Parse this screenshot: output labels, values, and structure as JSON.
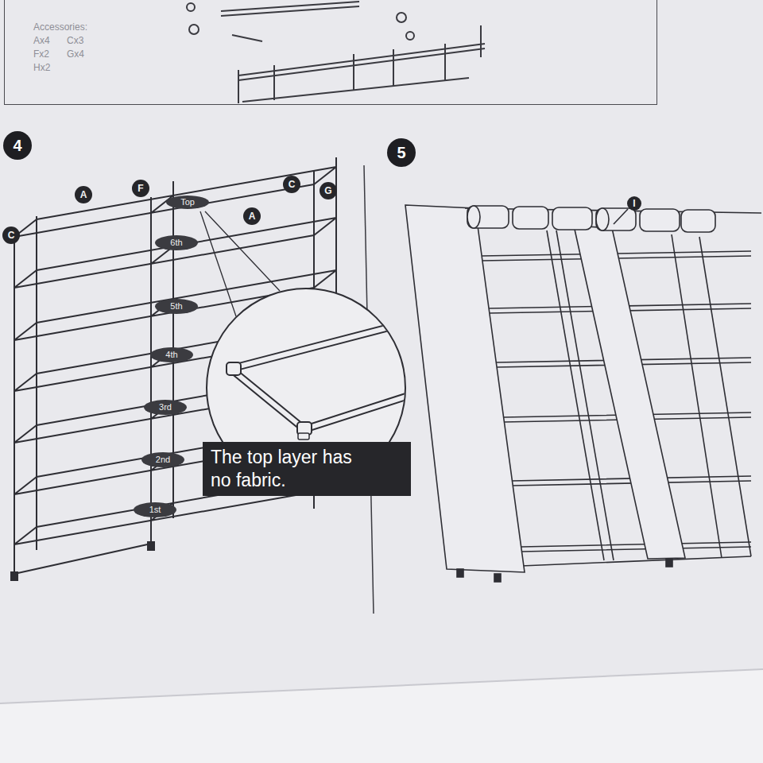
{
  "diagram": {
    "nodes": [
      {
        "text": [
          "Accessories:",
          "Ax4",
          "Cx3",
          "Fx2",
          "Gx4",
          "Hx2"
        ]
      },
      {
        "text": [
          "4"
        ]
      },
      {
        "text": [
          "5"
        ]
      },
      {
        "text": [
          "A"
        ]
      },
      {
        "text": [
          "F"
        ]
      },
      {
        "text": [
          "C"
        ]
      },
      {
        "text": [
          "G"
        ]
      },
      {
        "text": [
          "Top"
        ]
      },
      {
        "text": [
          "A"
        ]
      },
      {
        "text": [
          "C"
        ]
      },
      {
        "text": [
          "6th"
        ]
      },
      {
        "text": [
          "5th"
        ]
      },
      {
        "text": [
          "4th"
        ]
      },
      {
        "text": [
          "3rd"
        ]
      },
      {
        "text": [
          "2nd"
        ]
      },
      {
        "text": [
          "The top layer has no fabric."
        ]
      },
      {
        "text": [
          "1st"
        ]
      },
      {
        "text": [
          "I"
        ]
      }
    ]
  }
}
